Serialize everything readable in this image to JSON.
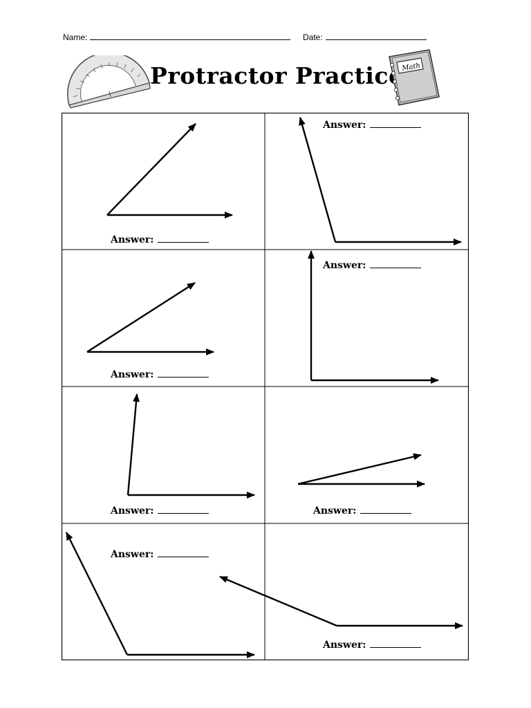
{
  "header": {
    "name_label": "Name:",
    "date_label": "Date:",
    "title": "Protractor Practice",
    "notebook_label": "Math"
  },
  "answer_label": "Answer:",
  "colors": {
    "ink": "#000000",
    "paper": "#ffffff",
    "illustration_fill": "#cccccc"
  },
  "icons": [
    "protractor-icon",
    "math-notebook-icon"
  ],
  "problems": [
    {
      "id": 1,
      "answer_label": "Answer:"
    },
    {
      "id": 2,
      "answer_label": "Answer:"
    },
    {
      "id": 3,
      "answer_label": "Answer:"
    },
    {
      "id": 4,
      "answer_label": "Answer:"
    },
    {
      "id": 5,
      "answer_label": "Answer:"
    },
    {
      "id": 6,
      "answer_label": "Answer:"
    },
    {
      "id": 7,
      "answer_label": "Answer:"
    },
    {
      "id": 8,
      "answer_label": "Answer:"
    }
  ]
}
